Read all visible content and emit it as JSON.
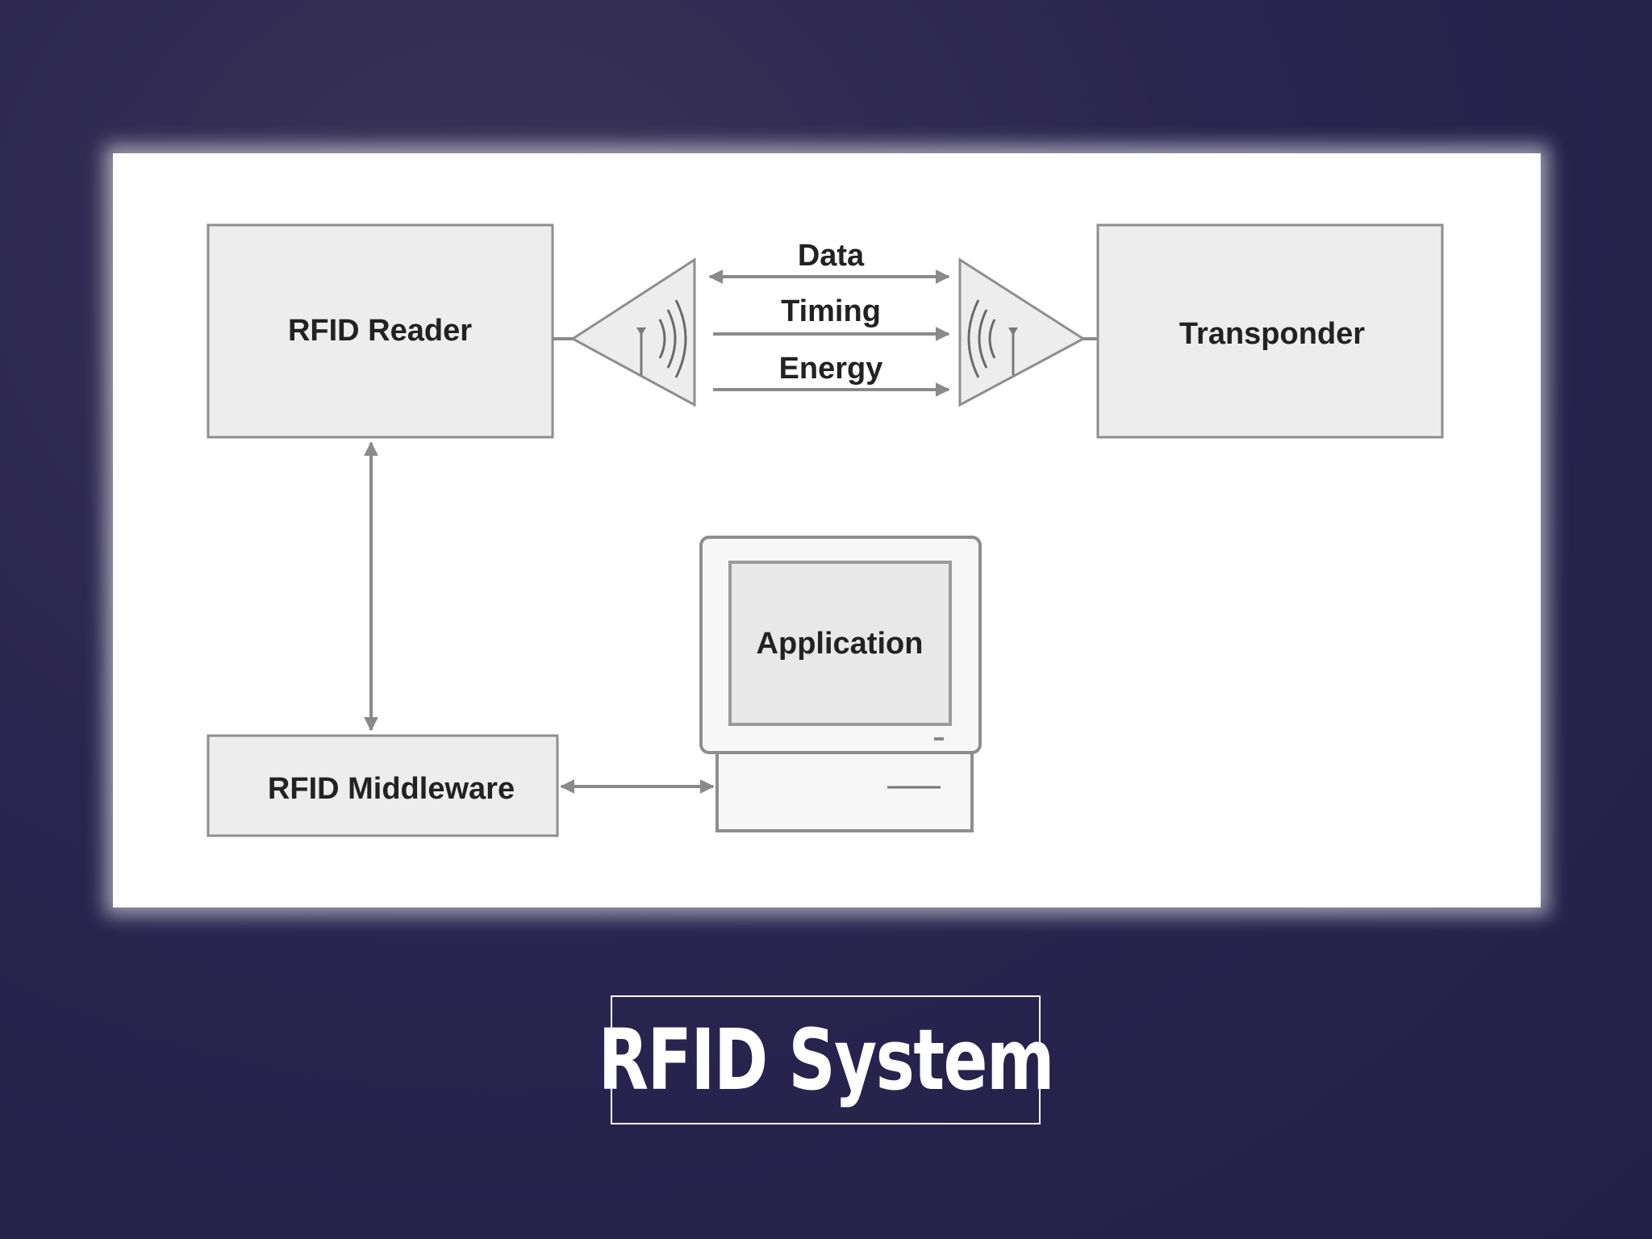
{
  "diagram": {
    "reader_label": "RFID Reader",
    "transponder_label": "Transponder",
    "middleware_label": "RFID Middleware",
    "application_label": "Application",
    "channel_labels": {
      "data": "Data",
      "timing": "Timing",
      "energy": "Energy"
    }
  },
  "title": "RFID System",
  "colors": {
    "background": "#2a2550",
    "panel": "#ffffff",
    "box_fill": "#ededed",
    "line": "#8a8a8a",
    "title_text": "#ffffff"
  }
}
